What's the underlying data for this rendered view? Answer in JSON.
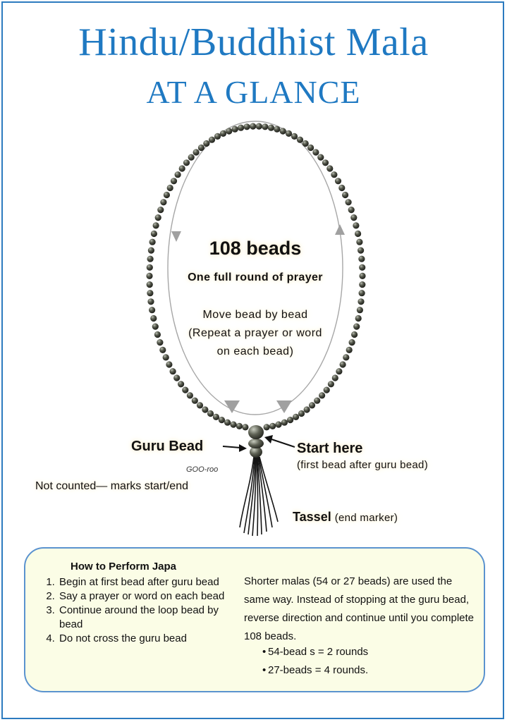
{
  "title": {
    "line1": "Hindu/Buddhist Mala",
    "line2": "AT A GLANCE"
  },
  "center": {
    "beads": "108 beads",
    "round": "One full round of prayer",
    "move1": "Move bead by bead",
    "move2": "(Repeat a prayer or word",
    "move3": "on each bead)"
  },
  "labels": {
    "guru_bead": "Guru Bead",
    "guru_pron": "GOO-roo",
    "not_counted": "Not counted— marks start/end",
    "start_here": "Start here",
    "start_sub": "(first bead after guru bead)",
    "tassel": "Tassel",
    "tassel_sub": "(end marker)"
  },
  "info": {
    "title": "How to Perform  Japa",
    "steps": [
      "Begin at first bead after guru bead",
      "Say a prayer or word on each bead",
      "Continue around the loop  bead by bead",
      "Do not cross the guru bead"
    ],
    "note": "Shorter malas (54 or 27 beads) are used the same way. Instead of stopping at the guru bead, reverse direction and continue until you complete 108 beads.",
    "bullets": [
      "54-bead s = 2 rounds",
      "27-beads = 4 rounds."
    ]
  },
  "colors": {
    "title": "#1f79c2",
    "frame": "#2c7bbf",
    "box_border": "#5b93cf",
    "box_fill": "#fbfde6",
    "bead": "#3b3d35",
    "arrow": "#9a9a9a"
  },
  "icons": [
    "bead-loop",
    "guru-bead",
    "tassel",
    "direction-arrow"
  ]
}
